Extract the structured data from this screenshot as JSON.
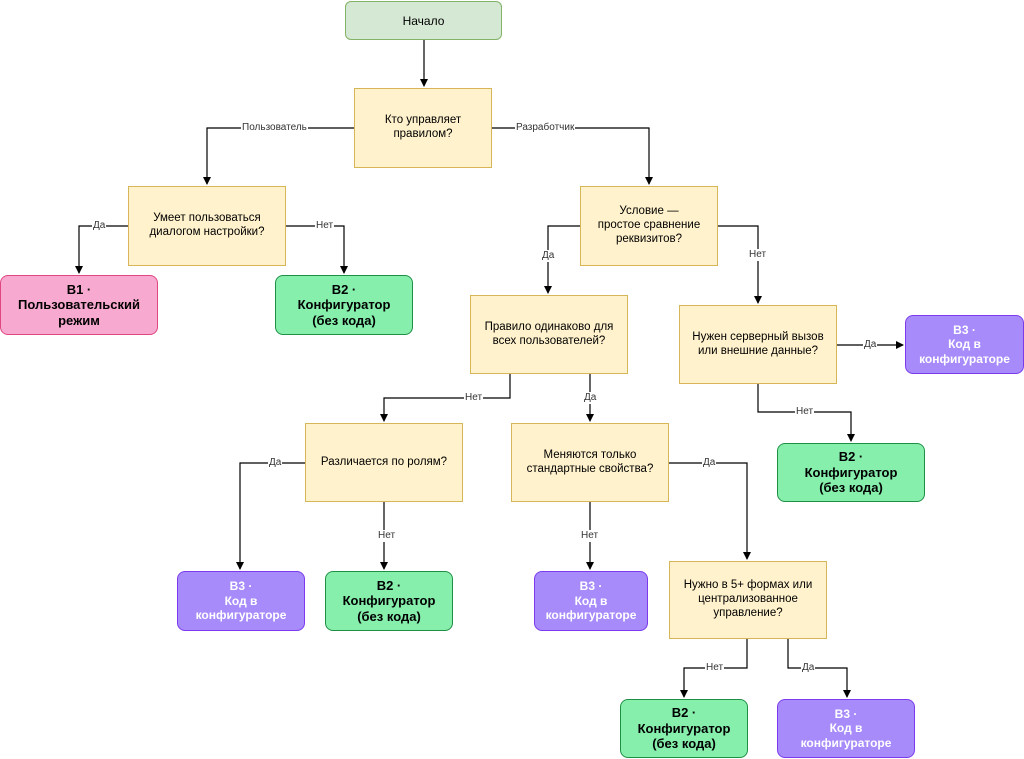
{
  "nodes": {
    "start": "Начало",
    "q_who": "Кто управляет\nправилом?",
    "q_dialog": "Умеет пользоваться\nдиалогом настройки?",
    "q_simple": "Условие —\nпростое сравнение\nреквизитов?",
    "q_same": "Правило одинаково для\nвсех пользователей?",
    "q_server": "Нужен серверный вызов\nили внешние данные?",
    "q_roles": "Различается по ролям?",
    "q_standard": "Меняются только\nстандартные свойства?",
    "q_forms": "Нужно в 5+ формах или\nцентрализованное\nуправление?",
    "r_b1": "B1 ·\nПользовательский\nрежим",
    "r_b2_a": "B2 ·\nКонфигуратор\n(без кода)",
    "r_b3_a": "B3 ·\nКод в\nконфигураторе",
    "r_b2_b": "B2 ·\nКонфигуратор\n(без кода)",
    "r_b3_b": "B3 ·\nКод в\nконфигураторе",
    "r_b2_c": "B2 ·\nКонфигуратор\n(без кода)",
    "r_b3_c": "B3 ·\nКод в\nконфигураторе",
    "r_b2_d": "B2 ·\nКонфигуратор\n(без кода)",
    "r_b3_d": "B3 ·\nКод в\nконфигураторе"
  },
  "edge_labels": {
    "user": "Пользователь",
    "developer": "Разработчик",
    "dialog_yes": "Да",
    "dialog_no": "Нет",
    "simple_yes": "Да",
    "simple_no": "Нет",
    "server_yes": "Да",
    "server_no": "Нет",
    "same_no": "Нет",
    "same_yes": "Да",
    "roles_yes": "Да",
    "roles_no": "Нет",
    "standard_no": "Нет",
    "standard_yes": "Да",
    "forms_no": "Нет",
    "forms_yes": "Да"
  },
  "colors": {
    "start_fill": "#d5e8d4",
    "decision_fill": "#fff2cc",
    "b1_fill": "#f8a9cf",
    "b2_fill": "#86efac",
    "b3_fill": "#a78bfa",
    "edge": "#000000"
  }
}
